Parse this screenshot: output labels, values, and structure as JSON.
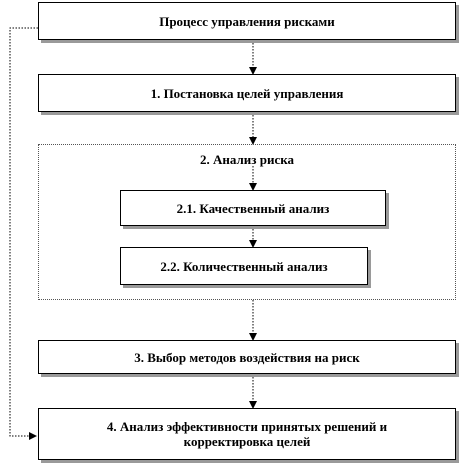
{
  "diagram": {
    "nodes": {
      "process": "Процесс управления рисками",
      "step1": "1. Постановка целей управления",
      "step2": "2. Анализ риска",
      "step21": "2.1. Качественный анализ",
      "step22": "2.2. Количественный анализ",
      "step3": "3. Выбор методов воздействия на риск",
      "step4": "4. Анализ эффективности принятых решений и корректировка целей"
    },
    "edges": [
      {
        "from": "process",
        "to": "step1"
      },
      {
        "from": "step1",
        "to": "step2"
      },
      {
        "from": "step2",
        "to": "step21"
      },
      {
        "from": "step21",
        "to": "step22"
      },
      {
        "from": "step2",
        "to": "step3"
      },
      {
        "from": "step3",
        "to": "step4"
      },
      {
        "from": "process",
        "to": "step4",
        "style": "feedback-loop"
      }
    ],
    "colors": {
      "line": "#000000",
      "shadow": "#9a9a9a",
      "group_border": "#555555"
    }
  }
}
